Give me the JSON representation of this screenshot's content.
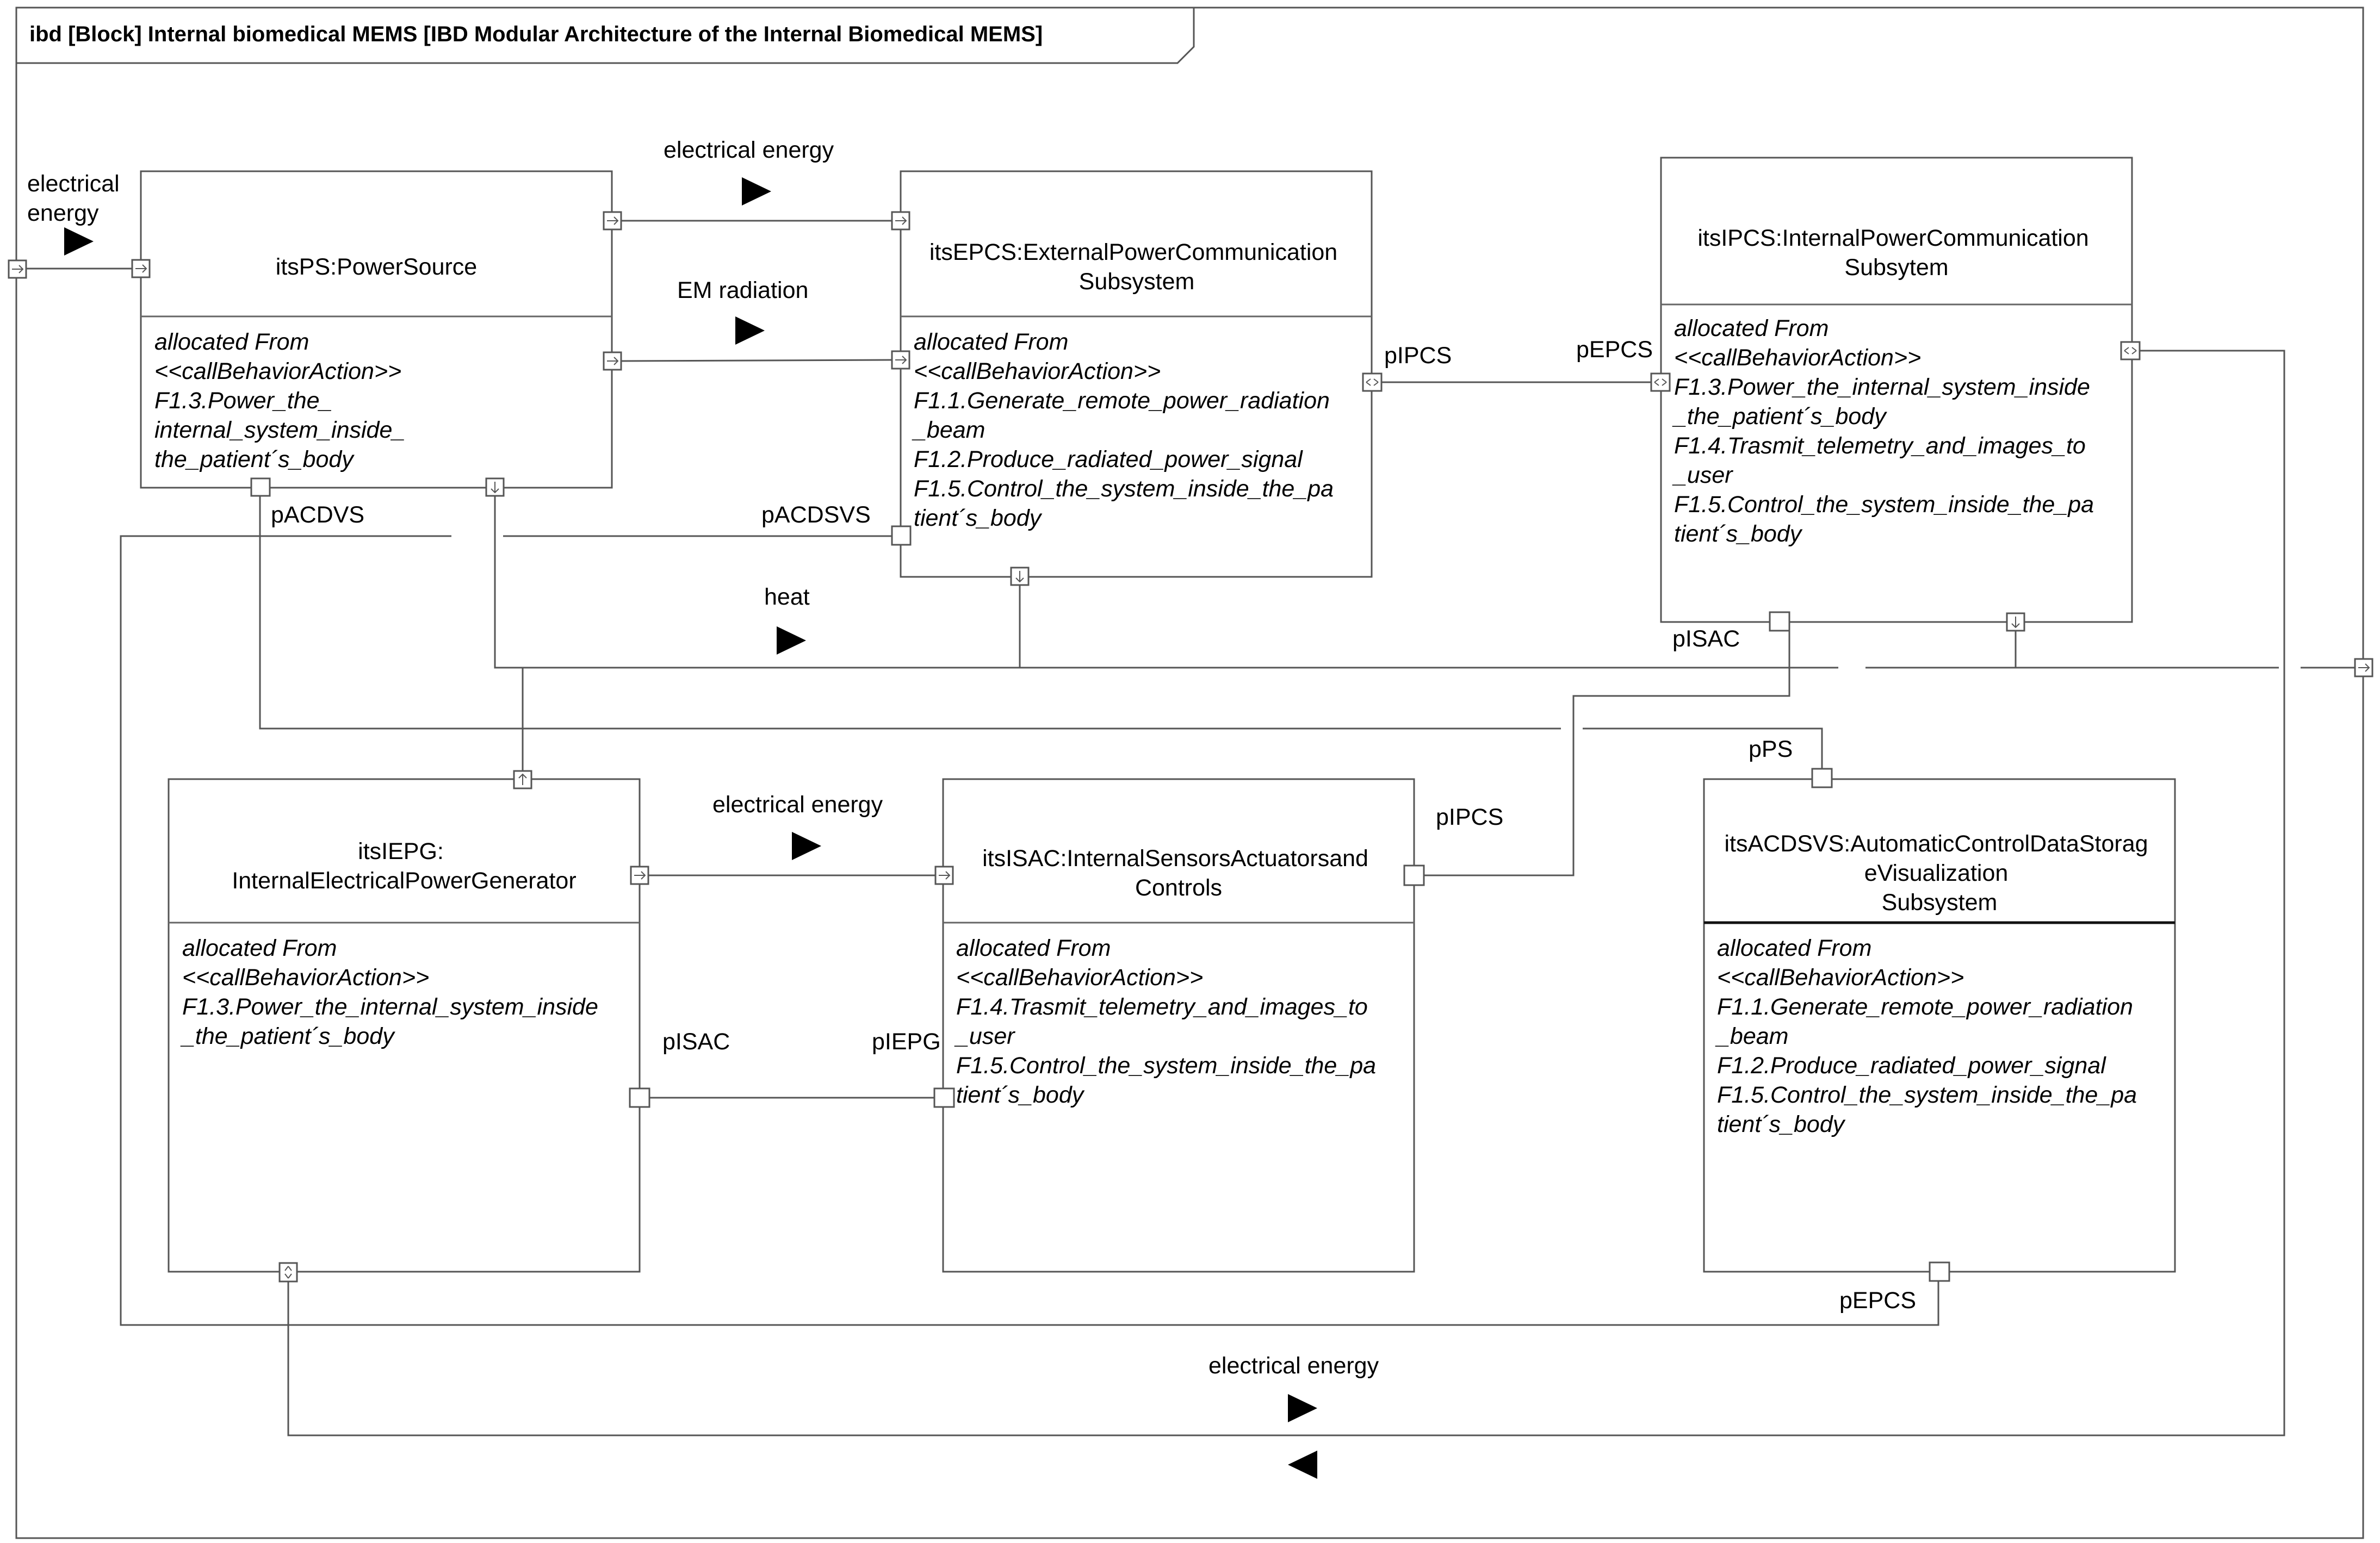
{
  "frame": {
    "title": "ibd [Block] Internal biomedical MEMS [IBD Modular Architecture of the Internal Biomedical MEMS]"
  },
  "blocks": [
    {
      "id": "ps",
      "name_lines": [
        "itsPS:PowerSource"
      ],
      "alloc_lines": [
        "allocated From",
        "<<callBehaviorAction>>",
        "F1.3.Power_the_",
        "internal_system_inside_",
        "the_patient´s_body"
      ]
    },
    {
      "id": "epcs",
      "name_lines": [
        "itsEPCS:ExternalPowerCommunication",
        "Subsystem"
      ],
      "alloc_lines": [
        "allocated From",
        "<<callBehaviorAction>>",
        "F1.1.Generate_remote_power_radiation",
        "_beam",
        "F1.2.Produce_radiated_power_signal",
        "F1.5.Control_the_system_inside_the_pa",
        "tient´s_body"
      ]
    },
    {
      "id": "ipcs",
      "name_lines": [
        "itsIPCS:InternalPowerCommunication",
        "Subsytem"
      ],
      "alloc_lines": [
        "allocated From",
        "<<callBehaviorAction>>",
        "F1.3.Power_the_internal_system_inside",
        "_the_patient´s_body",
        "F1.4.Trasmit_telemetry_and_images_to",
        "_user",
        "F1.5.Control_the_system_inside_the_pa",
        "tient´s_body"
      ]
    },
    {
      "id": "iepg",
      "name_lines": [
        "itsIEPG:",
        "InternalElectricalPowerGenerator"
      ],
      "alloc_lines": [
        "allocated From",
        "<<callBehaviorAction>>",
        "F1.3.Power_the_internal_system_inside",
        "_the_patient´s_body"
      ]
    },
    {
      "id": "isac",
      "name_lines": [
        "itsISAC:InternalSensorsActuatorsand",
        "Controls"
      ],
      "alloc_lines": [
        "allocated From",
        "<<callBehaviorAction>>",
        "F1.4.Trasmit_telemetry_and_images_to",
        "_user",
        "F1.5.Control_the_system_inside_the_pa",
        "tient´s_body"
      ]
    },
    {
      "id": "acdsvs",
      "name_lines": [
        "itsACDSVS:AutomaticControlDataStorag",
        "eVisualization",
        "Subsystem"
      ],
      "alloc_lines": [
        "allocated From",
        "<<callBehaviorAction>>",
        "F1.1.Generate_remote_power_radiation",
        "_beam",
        "F1.2.Produce_radiated_power_signal",
        "F1.5.Control_the_system_inside_the_pa",
        "tient´s_body"
      ]
    }
  ],
  "port_labels": {
    "ps_pacdvs": "pACDVS",
    "epcs_pacdsvs": "pACDSVS",
    "epcs_pipcs": "pIPCS",
    "ipcs_pepcs": "pEPCS",
    "ipcs_pisac": "pISAC",
    "acdsvs_pps": "pPS",
    "isac_pipcs": "pIPCS",
    "iepg_pisac": "pISAC",
    "isac_piepg": "pIEPG",
    "acdsvs_pepcs": "pEPCS"
  },
  "flow_labels": {
    "ext_energy": [
      "electrical",
      "energy"
    ],
    "ps_to_epcs_energy": "electrical energy",
    "em_radiation": "EM radiation",
    "heat": "heat",
    "iepg_to_isac_energy": "electrical energy",
    "bottom_energy": "electrical energy"
  }
}
